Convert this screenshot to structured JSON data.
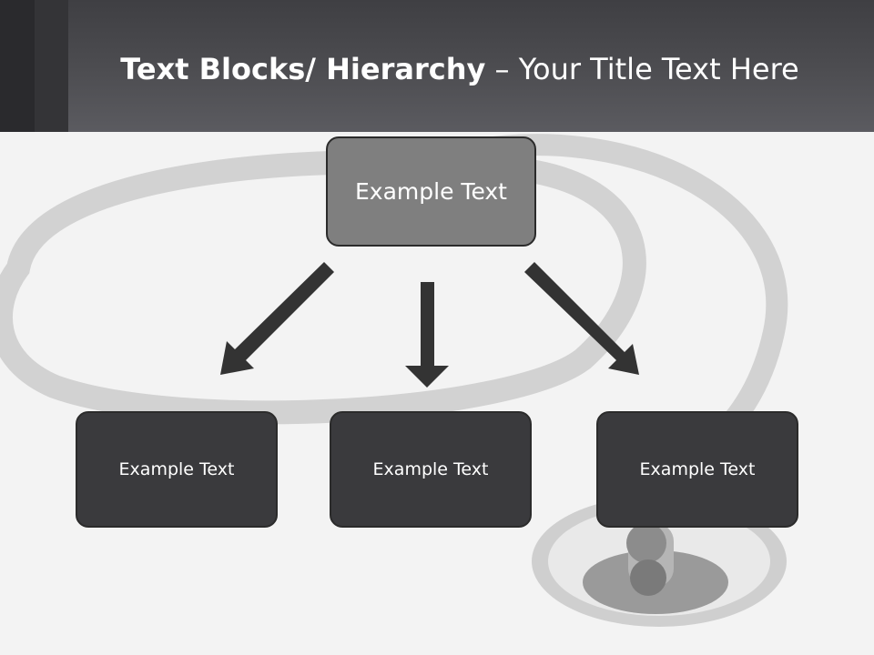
{
  "title": {
    "bold_part": "Text Blocks/ Hierarchy",
    "regular_part": " – Your Title Text Here"
  },
  "hierarchy": {
    "top": {
      "label": "Example Text"
    },
    "children": [
      {
        "label": "Example Text"
      },
      {
        "label": "Example Text"
      },
      {
        "label": "Example Text"
      }
    ]
  },
  "colors": {
    "header": "#4c4c50",
    "top_box": "#7f7f7f",
    "child_box": "#3a3a3d",
    "arrow": "#333333"
  }
}
